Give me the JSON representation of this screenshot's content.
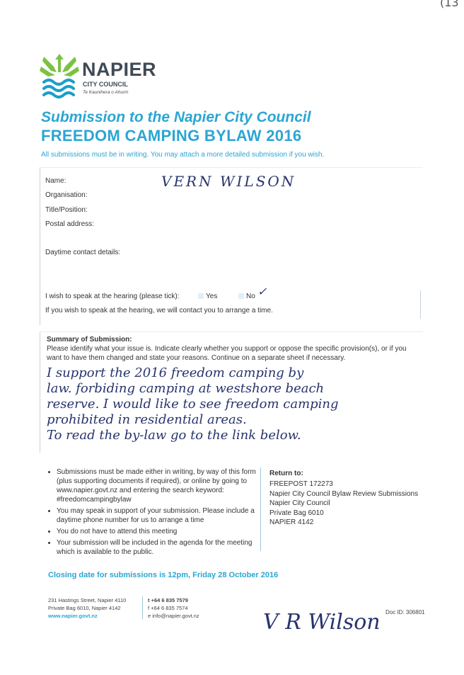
{
  "corner_mark": "(13",
  "logo": {
    "name": "NAPIER",
    "council": "CITY COUNCIL",
    "maori": "Te Kaunihera o Ahuriri"
  },
  "heading": {
    "line1": "Submission to the Napier City Council",
    "line2": "FREEDOM CAMPING BYLAW 2016",
    "intro": "All submissions must be in writing. You may attach a more detailed submission if you wish."
  },
  "form": {
    "name_label": "Name:",
    "name_value": "VERN WILSON",
    "organisation_label": "Organisation:",
    "title_label": "Title/Position:",
    "postal_label": "Postal address:",
    "daytime_label": "Daytime contact details:",
    "speak_label": "I wish to speak at the hearing (please tick):",
    "yes_label": "Yes",
    "no_label": "No",
    "no_mark": "✓",
    "speak_note": "If you wish to speak at the hearing, we will contact you to arrange a time."
  },
  "summary": {
    "title": "Summary of Submission:",
    "help": "Please identify what your issue is. Indicate clearly whether you support or oppose the specific provision(s), or if you want to have them changed and state your reasons. Continue on a separate sheet if necessary.",
    "handwritten": [
      "I support the 2016 freedom camping by",
      "law. forbiding camping at westshore beach",
      "reserve. I would like to see freedom camping",
      "prohibited in residential areas.",
      "To read the by-law go to the link below."
    ]
  },
  "bullets": [
    "Submissions must be made either in writing, by way of this form (plus supporting documents if required), or online by going to www.napier.govt.nz and entering the search keyword: #freedomcampingbylaw",
    "You may speak in support of your submission. Please include a daytime phone number for us to arrange a time",
    "You do not have to attend this meeting",
    "Your submission will be included in the agenda for the meeting which is available to the public."
  ],
  "return_to": {
    "title": "Return to:",
    "lines": [
      "FREEPOST 172273",
      "Napier City Council Bylaw Review Submissions",
      "Napier City Council",
      "Private Bag 6010",
      "NAPIER 4142"
    ]
  },
  "closing": "Closing date for submissions is 12pm, Friday 28 October 2016",
  "footer": {
    "address1": "231 Hastings Street, Napier 4110",
    "address2": "Private Bag 6010, Napier 4142",
    "website": "www.napier.govt.nz",
    "phone": "t +64 6 835 7579",
    "fax": "f +64 6 835 7574",
    "email": "e info@napier.govt.nz",
    "doc_id": "Doc ID: 306801"
  },
  "signature": "V R Wilson",
  "colors": {
    "accent": "#2aa6d3",
    "logo_green": "#7cc242",
    "logo_teal": "#1a9fc9",
    "ink": "#27346d"
  }
}
